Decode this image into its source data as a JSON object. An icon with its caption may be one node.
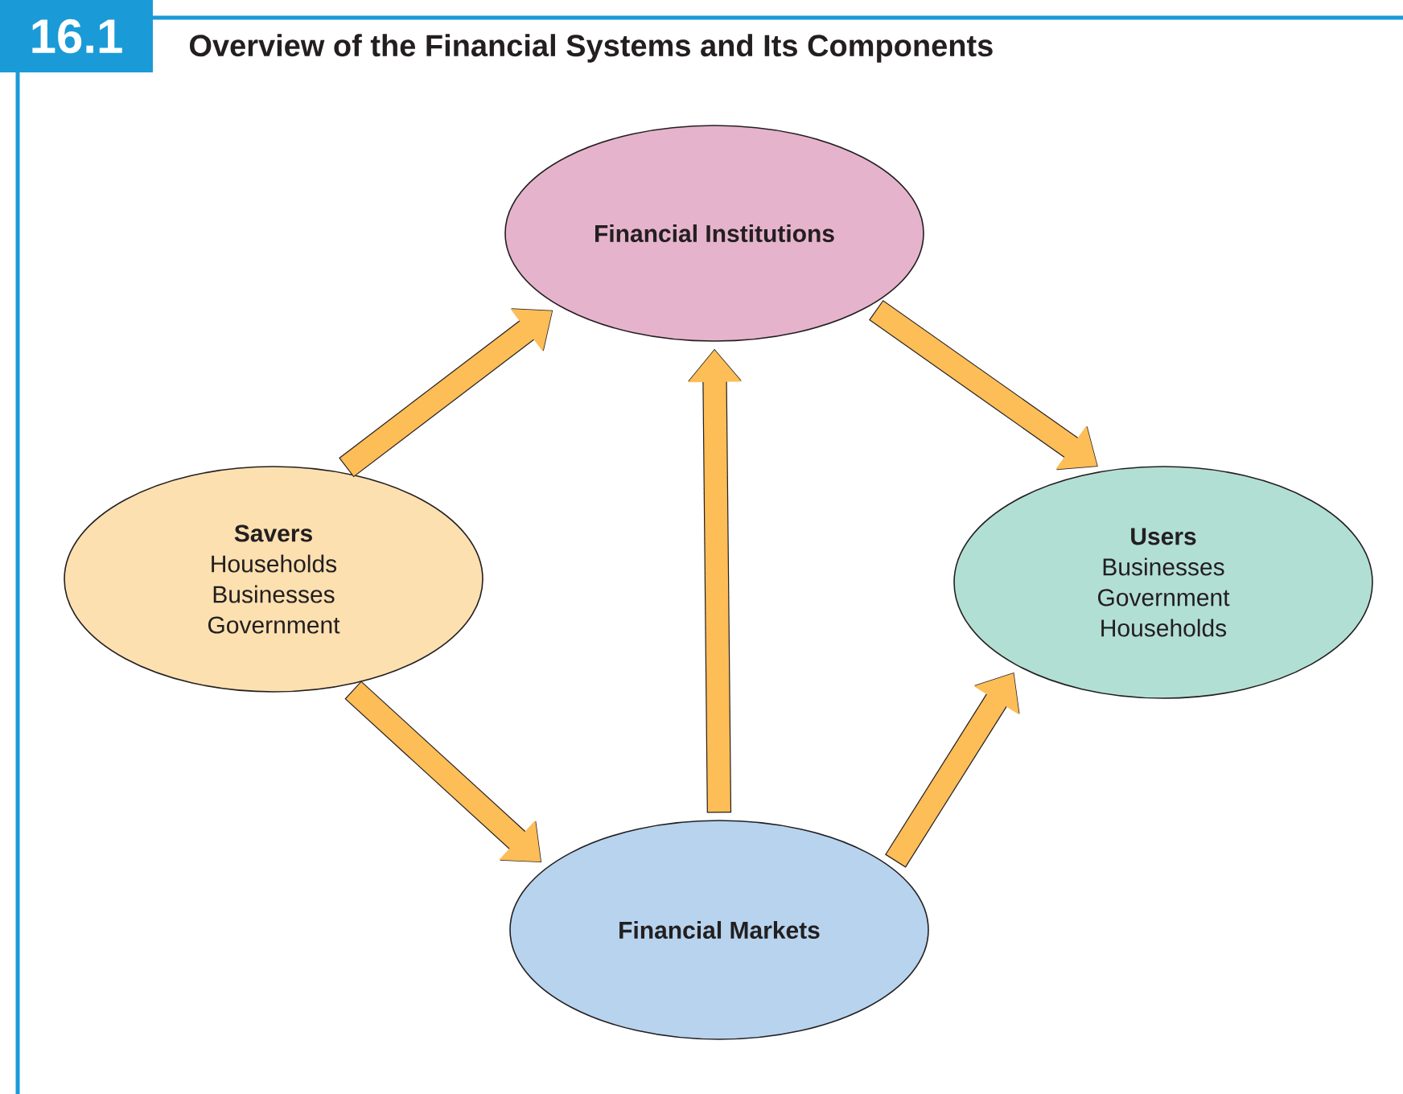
{
  "diagram": {
    "title": "Overview of the Financial Systems and Its Components",
    "nodes": [
      {
        "text": [
          "Financial Institutions"
        ]
      },
      {
        "text": [
          "Savers",
          "Households",
          "Businesses",
          "Government"
        ]
      },
      {
        "text": [
          "Users",
          "Businesses",
          "Government",
          "Households"
        ]
      },
      {
        "text": [
          "Financial Markets"
        ]
      }
    ],
    "edges": [
      {
        "from": 1,
        "to": 0,
        "arrow": "to"
      },
      {
        "from": 0,
        "to": 2,
        "arrow": "to"
      },
      {
        "from": 1,
        "to": 3,
        "arrow": "to"
      },
      {
        "from": 3,
        "to": 0,
        "arrow": "to"
      },
      {
        "from": 3,
        "to": 2,
        "arrow": "to"
      }
    ],
    "labels": [
      "16.1"
    ]
  }
}
